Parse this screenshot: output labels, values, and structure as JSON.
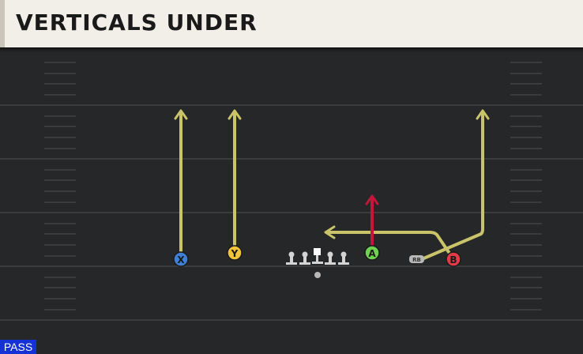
{
  "play": {
    "title": "VERTICALS UNDER",
    "mode_label": "PASS"
  },
  "players": {
    "x": {
      "label": "X",
      "color": "#3f7fd6"
    },
    "y": {
      "label": "Y",
      "color": "#f2c43a"
    },
    "a": {
      "label": "A",
      "color": "#6fd152"
    },
    "b": {
      "label": "B",
      "color": "#e23b47"
    },
    "rb": {
      "label": "RB"
    }
  },
  "colors": {
    "route": "#c9c46a",
    "primary_route": "#c4163b",
    "lineman": "#d4d4d4",
    "field": "#262728",
    "yard_line": "#3c3d3e"
  },
  "icons": {
    "player": "circle-badge",
    "route_end": "arrow-head",
    "lineman": "lineman-icon",
    "center": "center-icon",
    "ball": "ball-dot"
  }
}
